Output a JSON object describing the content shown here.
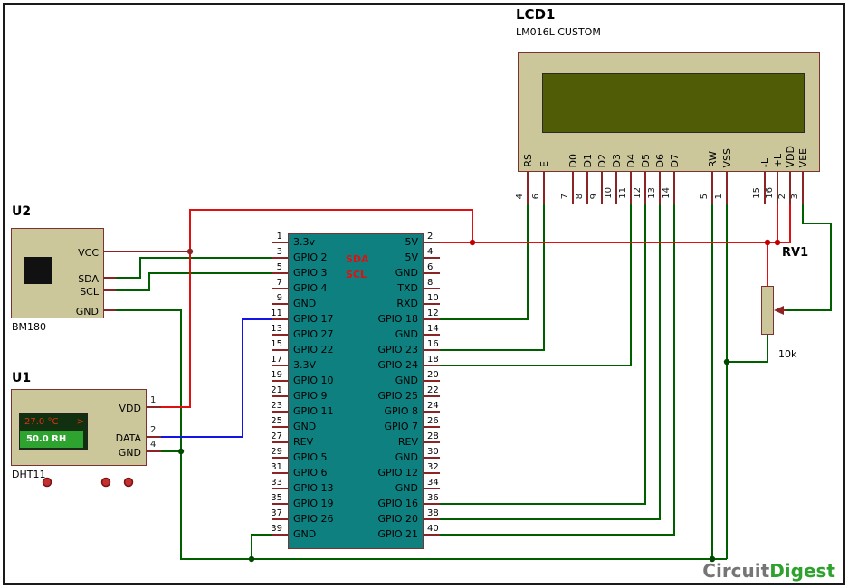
{
  "lcd": {
    "ref": "LCD1",
    "model": "LM016L CUSTOM",
    "pins": [
      {
        "num": "4",
        "label": "RS"
      },
      {
        "num": "6",
        "label": "E"
      },
      {
        "num": "7",
        "label": "D0"
      },
      {
        "num": "8",
        "label": "D1"
      },
      {
        "num": "9",
        "label": "D2"
      },
      {
        "num": "10",
        "label": "D3"
      },
      {
        "num": "11",
        "label": "D4"
      },
      {
        "num": "12",
        "label": "D5"
      },
      {
        "num": "13",
        "label": "D6"
      },
      {
        "num": "14",
        "label": "D7"
      },
      {
        "num": "5",
        "label": "RW"
      },
      {
        "num": "1",
        "label": "VSS"
      },
      {
        "num": "15",
        "label": "-L"
      },
      {
        "num": "16",
        "label": "+L"
      },
      {
        "num": "2",
        "label": "VDD"
      },
      {
        "num": "3",
        "label": "VEE"
      }
    ]
  },
  "rpi": {
    "left_pins": [
      {
        "num": "1",
        "label": "3.3v"
      },
      {
        "num": "3",
        "label": "GPIO 2"
      },
      {
        "num": "5",
        "label": "GPIO 3"
      },
      {
        "num": "7",
        "label": "GPIO 4"
      },
      {
        "num": "9",
        "label": "GND"
      },
      {
        "num": "11",
        "label": "GPIO 17"
      },
      {
        "num": "13",
        "label": "GPIO 27"
      },
      {
        "num": "15",
        "label": "GPIO 22"
      },
      {
        "num": "17",
        "label": "3.3V"
      },
      {
        "num": "19",
        "label": "GPIO 10"
      },
      {
        "num": "21",
        "label": "GPIO 9"
      },
      {
        "num": "23",
        "label": "GPIO 11"
      },
      {
        "num": "25",
        "label": "GND"
      },
      {
        "num": "27",
        "label": "REV"
      },
      {
        "num": "29",
        "label": "GPIO 5"
      },
      {
        "num": "31",
        "label": "GPIO 6"
      },
      {
        "num": "33",
        "label": "GPIO 13"
      },
      {
        "num": "35",
        "label": "GPIO 19"
      },
      {
        "num": "37",
        "label": "GPIO 26"
      },
      {
        "num": "39",
        "label": "GND"
      }
    ],
    "right_pins": [
      {
        "num": "2",
        "label": "5V"
      },
      {
        "num": "4",
        "label": "5V"
      },
      {
        "num": "6",
        "label": "GND"
      },
      {
        "num": "8",
        "label": "TXD"
      },
      {
        "num": "10",
        "label": "RXD"
      },
      {
        "num": "12",
        "label": "GPIO 18"
      },
      {
        "num": "14",
        "label": "GND"
      },
      {
        "num": "16",
        "label": "GPIO 23"
      },
      {
        "num": "18",
        "label": "GPIO 24"
      },
      {
        "num": "20",
        "label": "GND"
      },
      {
        "num": "22",
        "label": "GPIO 25"
      },
      {
        "num": "24",
        "label": "GPIO 8"
      },
      {
        "num": "26",
        "label": "GPIO 7"
      },
      {
        "num": "28",
        "label": "REV"
      },
      {
        "num": "30",
        "label": "GND"
      },
      {
        "num": "32",
        "label": "GPIO 12"
      },
      {
        "num": "34",
        "label": "GND"
      },
      {
        "num": "36",
        "label": "GPIO 16"
      },
      {
        "num": "38",
        "label": "GPIO 20"
      },
      {
        "num": "40",
        "label": "GPIO 21"
      }
    ],
    "overlay": {
      "sda": "SDA",
      "scl": "SCL"
    }
  },
  "u2": {
    "ref": "U2",
    "part": "BM180",
    "pins": {
      "vcc": "VCC",
      "sda": "SDA",
      "scl": "SCL",
      "gnd": "GND"
    }
  },
  "u1": {
    "ref": "U1",
    "part": "DHT11",
    "display": {
      "temperature": "27.0 °C",
      "cursor": ">",
      "humidity": "50.0 RH"
    },
    "pins": {
      "vdd": {
        "num": "1",
        "label": "VDD"
      },
      "data": {
        "num": "2",
        "label": "DATA"
      },
      "gnd": {
        "num": "4",
        "label": "GND"
      }
    }
  },
  "rv1": {
    "ref": "RV1",
    "value": "10k"
  },
  "logo": {
    "part1": "Circuit",
    "part2": "Digest"
  },
  "colors": {
    "wire_green": "#006000",
    "wire_red": "#E01010",
    "wire_blue": "#1414E6",
    "pin_maroon": "#8B2525",
    "component_body": "#CBC79B",
    "rpi_teal": "#0E8080",
    "lcd_screen": "#505C06"
  }
}
